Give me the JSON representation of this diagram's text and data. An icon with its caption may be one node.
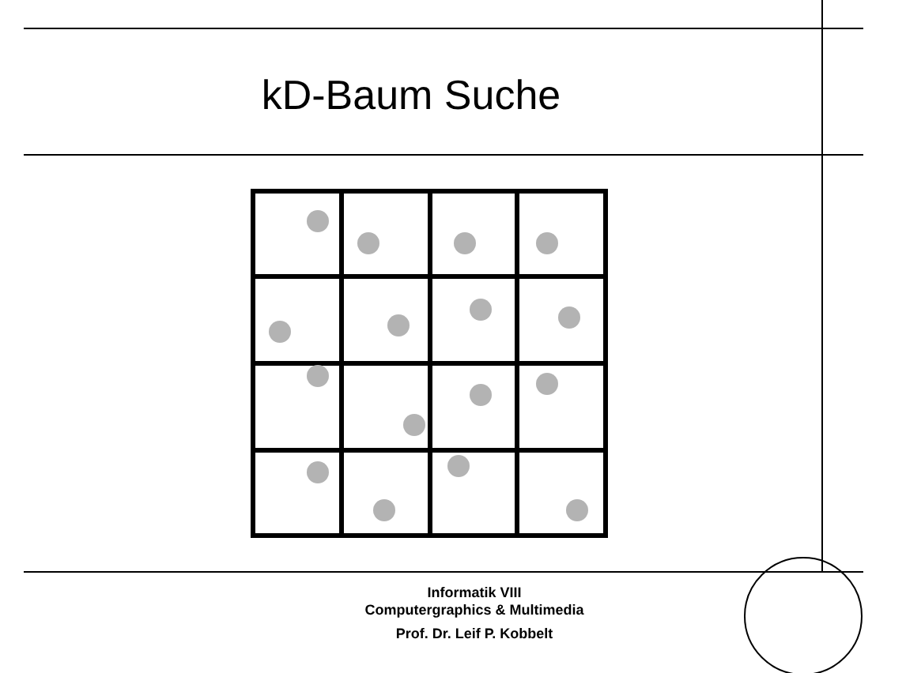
{
  "diagram": {
    "title": "kD-Baum Suche",
    "labels": [
      "Informatik VIII",
      "Computergraphics & Multimedia",
      "Prof. Dr. Leif P. Kobbelt"
    ]
  }
}
